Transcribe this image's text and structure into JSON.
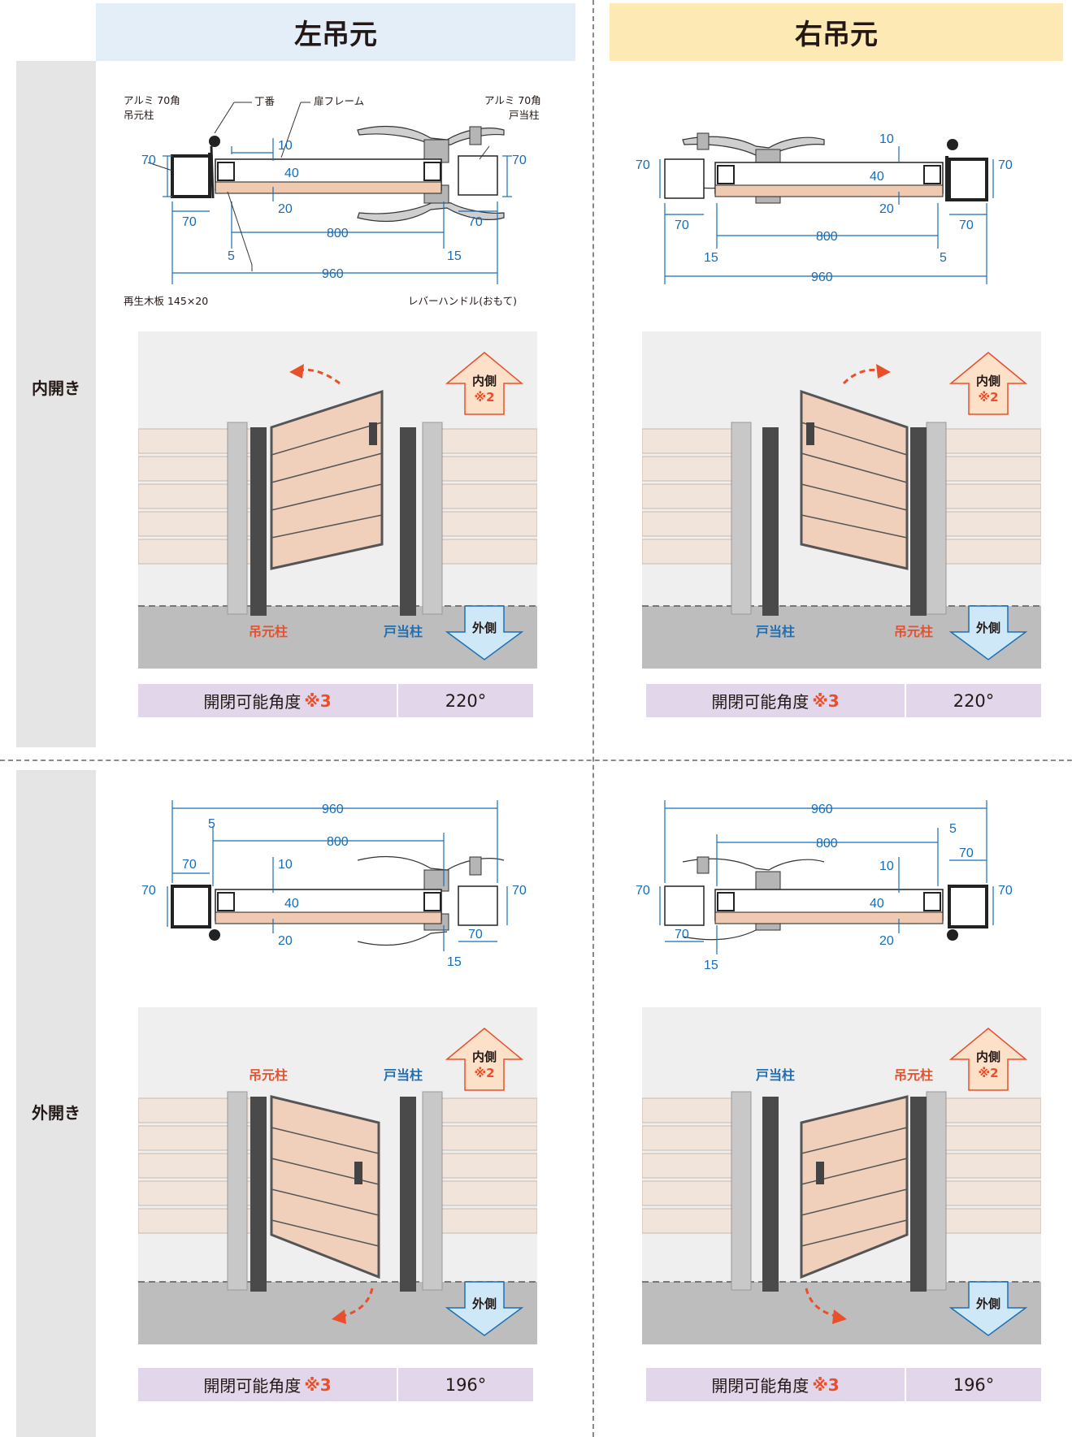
{
  "headers": {
    "left": "左吊元",
    "right": "右吊元"
  },
  "rows": {
    "inward": {
      "label": "内開き",
      "angle": "220°"
    },
    "outward": {
      "label": "外開き",
      "angle": "196°"
    }
  },
  "angle_label": "開閉可能角度",
  "angle_note": "※3",
  "tags": {
    "hinge_post": "吊元柱",
    "stop_post": "戸当柱",
    "inside": "内側",
    "inside_note": "※2",
    "outside": "外側"
  },
  "callouts": {
    "alu_hinge_post_1": "アルミ 70角",
    "alu_hinge_post_2": "吊元柱",
    "hinge": "丁番",
    "frame": "扉フレーム",
    "alu_stop_post_1": "アルミ 70角",
    "alu_stop_post_2": "戸当柱",
    "board": "再生木板 145×20",
    "lever": "レバーハンドル(おもて)"
  },
  "dims": {
    "d70": "70",
    "d10": "10",
    "d40": "40",
    "d20": "20",
    "d800": "800",
    "d960": "960",
    "d5": "5",
    "d15": "15"
  },
  "colors": {
    "accent_red": "#e8502c",
    "accent_blue": "#1f6fb5",
    "dim_blue": "#1a6db5",
    "header_left": "#e3eef9",
    "header_right": "#fde9b4",
    "angle_bg": "#e2d7ea"
  }
}
